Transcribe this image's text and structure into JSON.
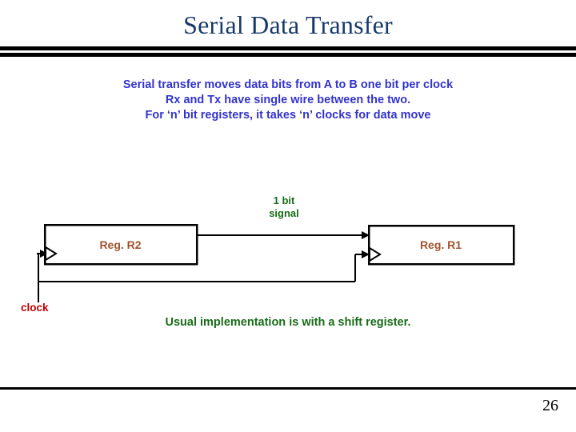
{
  "slide": {
    "title": "Serial Data Transfer",
    "page_number": "26",
    "background_color": "#FFFFFF",
    "title_color": "#173A6A",
    "rule_color": "#000000"
  },
  "body": {
    "color": "#3333CC",
    "lines": [
      "Serial transfer moves data bits from A to B one bit per clock",
      "Rx and Tx have single wire between the two.",
      "For ‘n’ bit registers, it takes ‘n’ clocks for data move"
    ]
  },
  "diagram": {
    "signal_label": {
      "color": "#196B19",
      "lines": [
        "1 bit",
        "signal"
      ]
    },
    "registers": [
      {
        "name": "reg-r2",
        "label": "Reg. R2",
        "color": "#A0522D"
      },
      {
        "name": "reg-r1",
        "label": "Reg. R1",
        "color": "#A0522D"
      }
    ],
    "clock_label": {
      "text": "clock",
      "color": "#C00000"
    },
    "note": {
      "text": "Usual implementation is with a shift register.",
      "color": "#176B17"
    },
    "wire_color": "#000000"
  }
}
